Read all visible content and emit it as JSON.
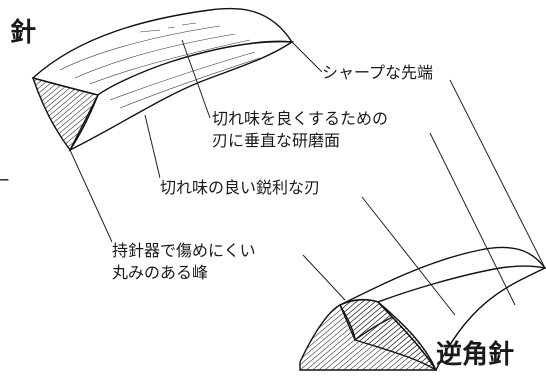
{
  "headings": {
    "top_needle": "針",
    "bottom_needle": "逆角針",
    "edge_fragment": "ー"
  },
  "labels": {
    "sharp_tip": "シャープな先端",
    "grinding_face_line1": "切れ味を良くするための",
    "grinding_face_line2": "刃に垂直な研磨面",
    "sharp_edge": "切れ味の良い鋭利な刃",
    "rounded_back_line1": "持針器で傷めにくい",
    "rounded_back_line2": "丸みのある峰"
  }
}
